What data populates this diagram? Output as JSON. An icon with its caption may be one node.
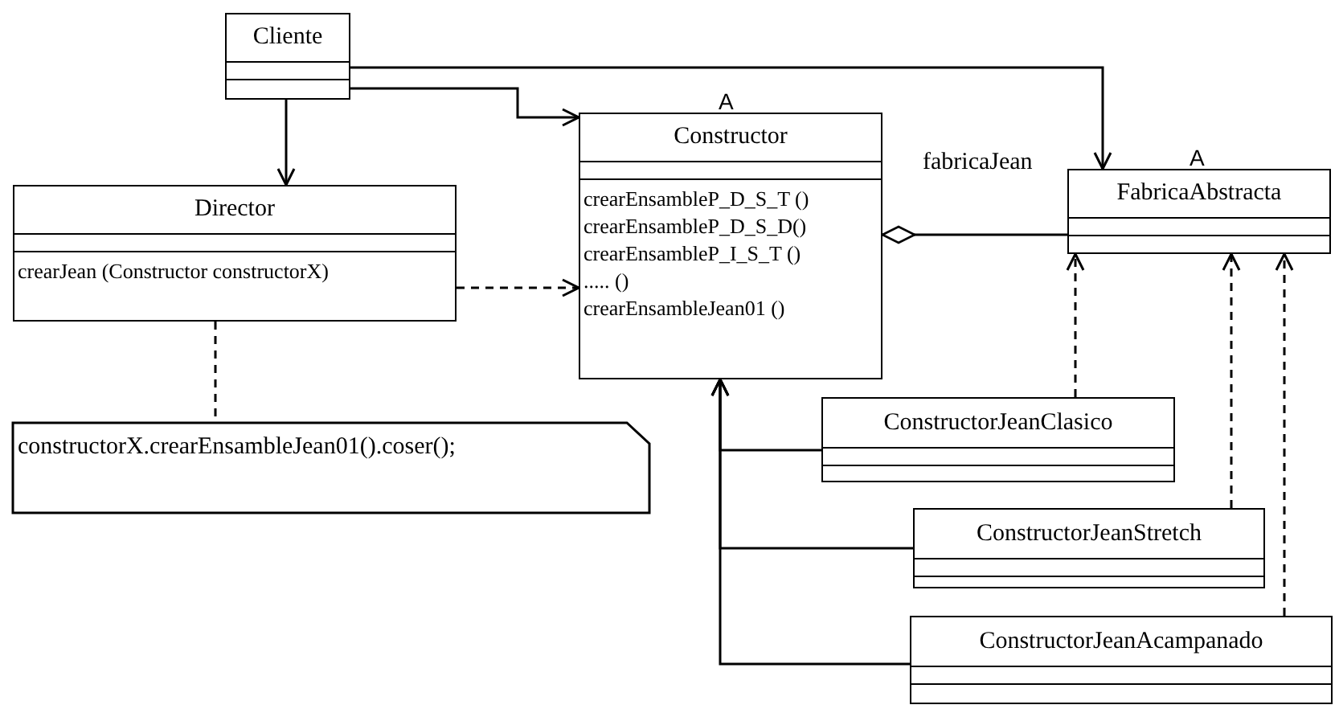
{
  "diagram": {
    "nodes": [
      {
        "text": [
          "Cliente"
        ]
      },
      {
        "text": [
          "Director",
          "crearJean (Constructor constructorX)"
        ]
      },
      {
        "text": [
          "Constructor",
          "crearEnsambleP_D_S_T ()",
          "crearEnsambleP_D_S_D()",
          "crearEnsambleP_I_S_T ()",
          "..... ()",
          "crearEnsambleJean01 ()"
        ],
        "beside": [
          "A"
        ]
      },
      {
        "text": [
          "FabricaAbstracta"
        ],
        "beside": [
          "A"
        ]
      },
      {
        "text": [
          "constructorX.crearEnsambleJean01().coser();"
        ]
      },
      {
        "text": [
          "ConstructorJeanClasico"
        ]
      },
      {
        "text": [
          "ConstructorJeanStretch"
        ]
      },
      {
        "text": [
          "ConstructorJeanAcampanado"
        ]
      }
    ],
    "edges": [
      {
        "from": 0,
        "to": 1,
        "arrow": "to"
      },
      {
        "from": 0,
        "to": 2,
        "arrow": "to"
      },
      {
        "from": 0,
        "to": 3,
        "arrow": "to"
      },
      {
        "from": 1,
        "to": 2,
        "arrow": "to",
        "style": "dashed"
      },
      {
        "from": 1,
        "to": 4,
        "arrow": "none",
        "style": "dashed"
      },
      {
        "from": 2,
        "to": 3,
        "arrow": "other",
        "label": "fabricaJean"
      },
      {
        "from": 5,
        "to": 2,
        "arrow": "to"
      },
      {
        "from": 6,
        "to": 2,
        "arrow": "to"
      },
      {
        "from": 7,
        "to": 2,
        "arrow": "to"
      },
      {
        "from": 5,
        "to": 3,
        "arrow": "to",
        "style": "dashed"
      },
      {
        "from": 6,
        "to": 3,
        "arrow": "to",
        "style": "dashed"
      },
      {
        "from": 7,
        "to": 3,
        "arrow": "to",
        "style": "dashed"
      }
    ]
  }
}
